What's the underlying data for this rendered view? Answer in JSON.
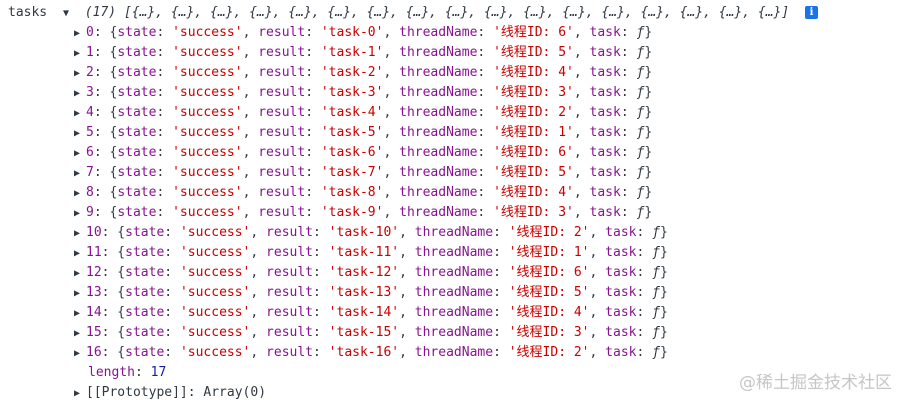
{
  "header": {
    "var_name": "tasks",
    "expanded_arrow": "▼",
    "count": "(17)",
    "preview": "[{…}, {…}, {…}, {…}, {…}, {…}, {…}, {…}, {…}, {…}, {…}, {…}, {…}, {…}, {…}, {…}, {…}]",
    "info_icon": "i"
  },
  "labels": {
    "state": "state",
    "result": "result",
    "threadName": "threadName",
    "task": "task",
    "fn": "ƒ"
  },
  "items": [
    {
      "index": "0",
      "state": "'success'",
      "result": "'task-0'",
      "threadName": "'线程ID: 6'"
    },
    {
      "index": "1",
      "state": "'success'",
      "result": "'task-1'",
      "threadName": "'线程ID: 5'"
    },
    {
      "index": "2",
      "state": "'success'",
      "result": "'task-2'",
      "threadName": "'线程ID: 4'"
    },
    {
      "index": "3",
      "state": "'success'",
      "result": "'task-3'",
      "threadName": "'线程ID: 3'"
    },
    {
      "index": "4",
      "state": "'success'",
      "result": "'task-4'",
      "threadName": "'线程ID: 2'"
    },
    {
      "index": "5",
      "state": "'success'",
      "result": "'task-5'",
      "threadName": "'线程ID: 1'"
    },
    {
      "index": "6",
      "state": "'success'",
      "result": "'task-6'",
      "threadName": "'线程ID: 6'"
    },
    {
      "index": "7",
      "state": "'success'",
      "result": "'task-7'",
      "threadName": "'线程ID: 5'"
    },
    {
      "index": "8",
      "state": "'success'",
      "result": "'task-8'",
      "threadName": "'线程ID: 4'"
    },
    {
      "index": "9",
      "state": "'success'",
      "result": "'task-9'",
      "threadName": "'线程ID: 3'"
    },
    {
      "index": "10",
      "state": "'success'",
      "result": "'task-10'",
      "threadName": "'线程ID: 2'"
    },
    {
      "index": "11",
      "state": "'success'",
      "result": "'task-11'",
      "threadName": "'线程ID: 1'"
    },
    {
      "index": "12",
      "state": "'success'",
      "result": "'task-12'",
      "threadName": "'线程ID: 6'"
    },
    {
      "index": "13",
      "state": "'success'",
      "result": "'task-13'",
      "threadName": "'线程ID: 5'"
    },
    {
      "index": "14",
      "state": "'success'",
      "result": "'task-14'",
      "threadName": "'线程ID: 4'"
    },
    {
      "index": "15",
      "state": "'success'",
      "result": "'task-15'",
      "threadName": "'线程ID: 3'"
    },
    {
      "index": "16",
      "state": "'success'",
      "result": "'task-16'",
      "threadName": "'线程ID: 2'"
    }
  ],
  "length": {
    "key": "length",
    "value": "17"
  },
  "prototype": {
    "key": "[[Prototype]]",
    "value": "Array(0)"
  },
  "watermark": "@稀土掘金技术社区",
  "colors": {
    "key_purple": "#881391",
    "string_red": "#c80000",
    "number_blue": "#1a1aa6",
    "info_blue": "#1a73e8"
  }
}
